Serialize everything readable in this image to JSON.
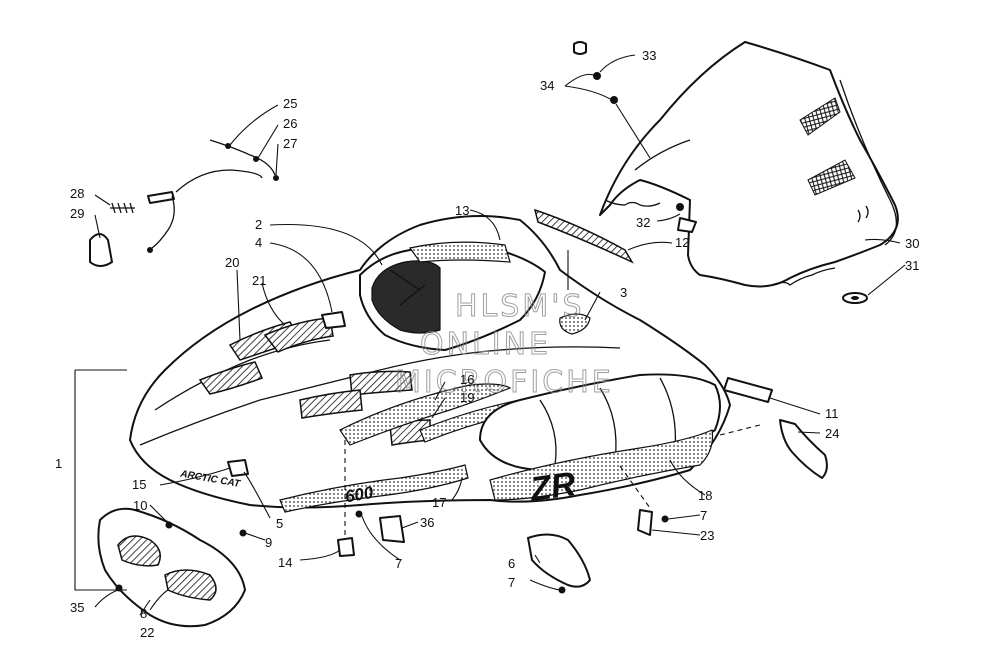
{
  "diagram": {
    "watermark": [
      "HLSM'S",
      "ONLINE",
      "MICROFICHE"
    ],
    "decals": {
      "brand": "ARCTIC CAT",
      "model": "600",
      "series": "ZR"
    },
    "callouts": [
      {
        "id": "c1",
        "label": "1"
      },
      {
        "id": "c2",
        "label": "2"
      },
      {
        "id": "c3",
        "label": "3"
      },
      {
        "id": "c4",
        "label": "4"
      },
      {
        "id": "c5",
        "label": "5"
      },
      {
        "id": "c6",
        "label": "6"
      },
      {
        "id": "c7a",
        "label": "7"
      },
      {
        "id": "c7b",
        "label": "7"
      },
      {
        "id": "c7c",
        "label": "7"
      },
      {
        "id": "c8",
        "label": "8"
      },
      {
        "id": "c9",
        "label": "9"
      },
      {
        "id": "c10",
        "label": "10"
      },
      {
        "id": "c11",
        "label": "11"
      },
      {
        "id": "c12",
        "label": "12"
      },
      {
        "id": "c13",
        "label": "13"
      },
      {
        "id": "c14",
        "label": "14"
      },
      {
        "id": "c15",
        "label": "15"
      },
      {
        "id": "c16",
        "label": "16"
      },
      {
        "id": "c17",
        "label": "17"
      },
      {
        "id": "c18",
        "label": "18"
      },
      {
        "id": "c19",
        "label": "19"
      },
      {
        "id": "c20",
        "label": "20"
      },
      {
        "id": "c21",
        "label": "21"
      },
      {
        "id": "c22",
        "label": "22"
      },
      {
        "id": "c23",
        "label": "23"
      },
      {
        "id": "c24",
        "label": "24"
      },
      {
        "id": "c25",
        "label": "25"
      },
      {
        "id": "c26",
        "label": "26"
      },
      {
        "id": "c27",
        "label": "27"
      },
      {
        "id": "c28",
        "label": "28"
      },
      {
        "id": "c29",
        "label": "29"
      },
      {
        "id": "c30",
        "label": "30"
      },
      {
        "id": "c31",
        "label": "31"
      },
      {
        "id": "c32",
        "label": "32"
      },
      {
        "id": "c33",
        "label": "33"
      },
      {
        "id": "c34",
        "label": "34"
      },
      {
        "id": "c35",
        "label": "35"
      },
      {
        "id": "c36",
        "label": "36"
      }
    ]
  }
}
